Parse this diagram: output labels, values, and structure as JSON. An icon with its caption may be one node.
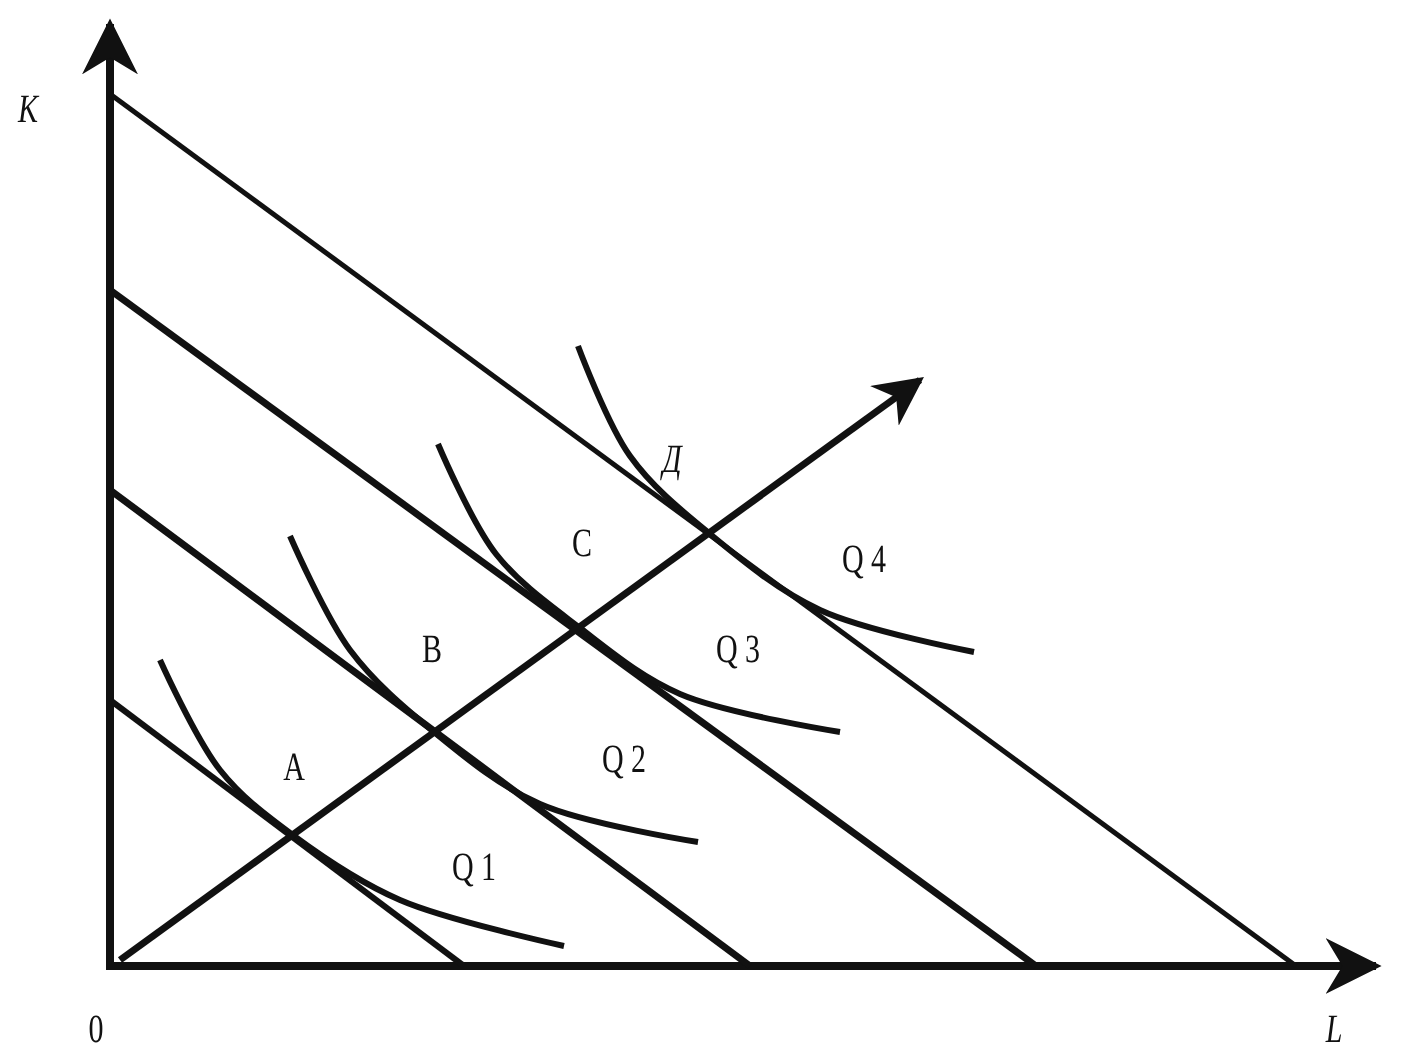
{
  "diagram": {
    "labels": [
      "K",
      "Д",
      "C",
      "Q 4",
      "B",
      "Q 3",
      "A",
      "Q 2",
      "Q 1",
      "0",
      "L"
    ]
  }
}
